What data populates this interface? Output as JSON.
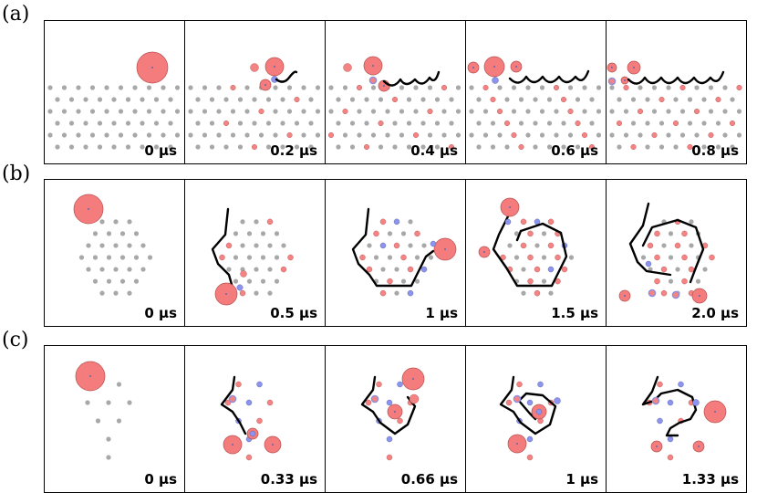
{
  "colors": {
    "trap_empty": "#a8a8a8",
    "atom_red": "#f48383",
    "atom_blue": "#8c95ee",
    "tweezer_red": "#f47c7c",
    "path": "#000000",
    "frame": "#000000"
  },
  "rows": [
    {
      "label": "(a)",
      "lattice": "rectangular_strip",
      "panels": [
        {
          "time": "0 μs"
        },
        {
          "time": "0.2 μs"
        },
        {
          "time": "0.4 μs"
        },
        {
          "time": "0.6 μs"
        },
        {
          "time": "0.8 μs"
        }
      ]
    },
    {
      "label": "(b)",
      "lattice": "hexagonal_large",
      "panels": [
        {
          "time": "0 μs"
        },
        {
          "time": "0.5 μs"
        },
        {
          "time": "1 μs"
        },
        {
          "time": "1.5 μs"
        },
        {
          "time": "2.0 μs"
        }
      ]
    },
    {
      "label": "(c)",
      "lattice": "hexagonal_small",
      "panels": [
        {
          "time": "0 μs"
        },
        {
          "time": "0.33 μs"
        },
        {
          "time": "0.66 μs"
        },
        {
          "time": "1 μs"
        },
        {
          "time": "1.33 μs"
        }
      ]
    }
  ]
}
